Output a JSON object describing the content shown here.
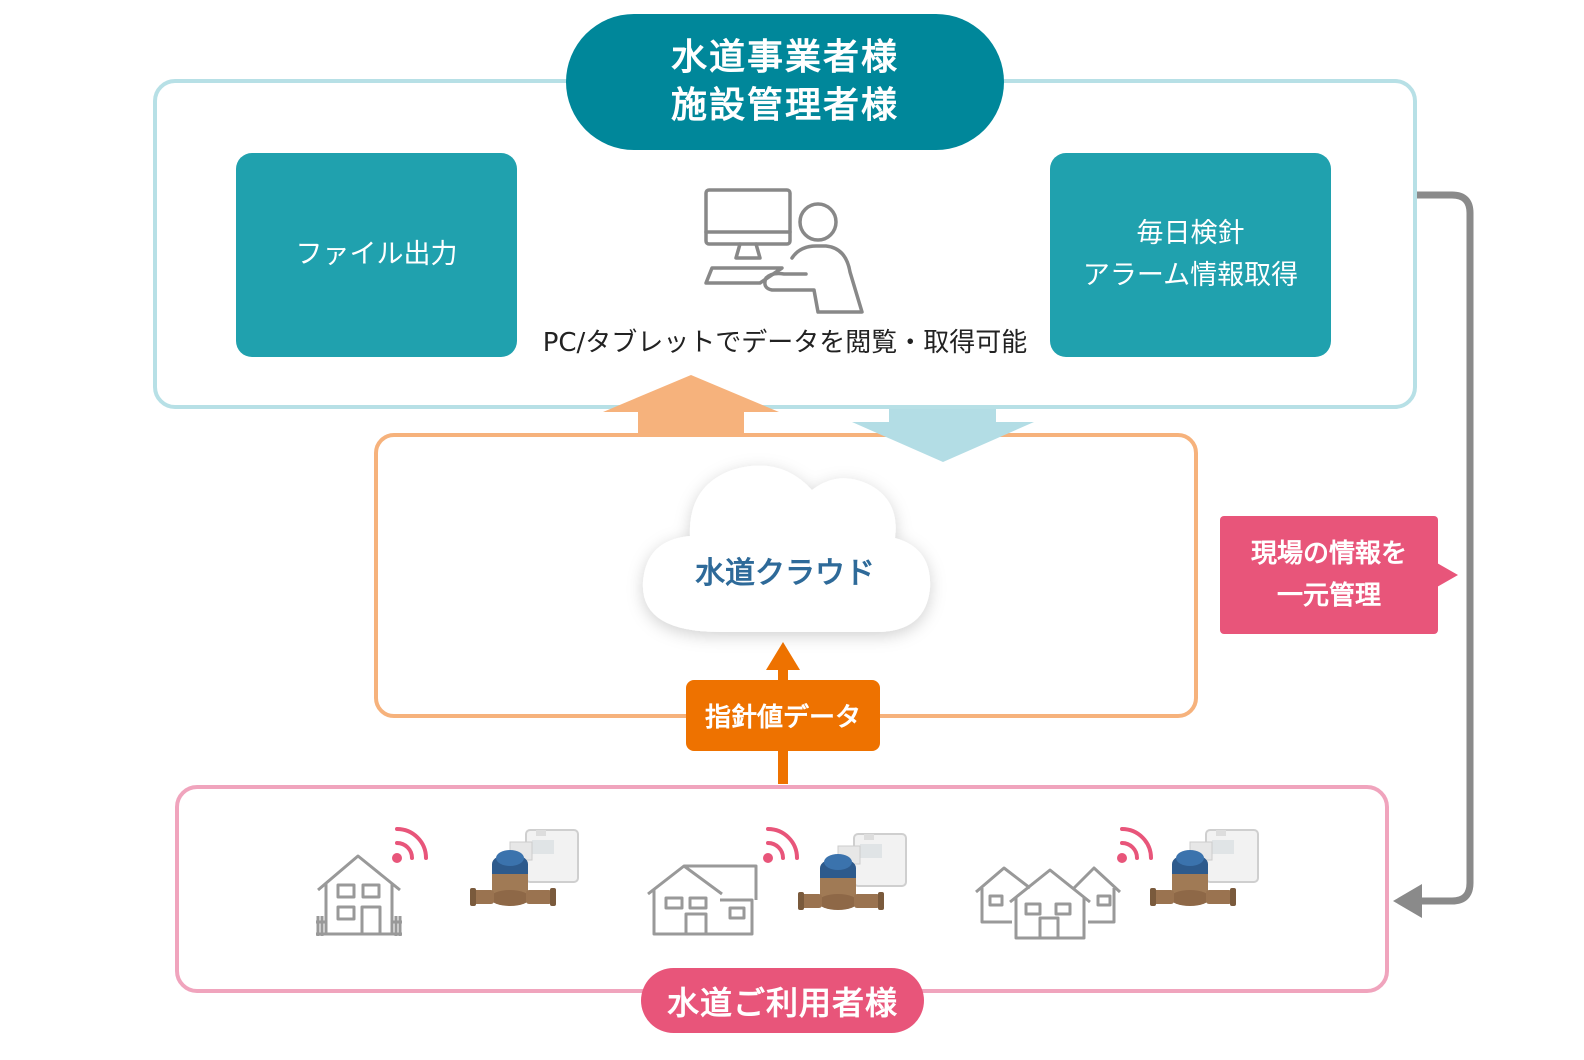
{
  "operators": {
    "line1": "水道事業者様",
    "line2": "施設管理者様"
  },
  "box_left": {
    "label": "ファイル出力"
  },
  "box_right": {
    "line1": "毎日検針",
    "line2": "アラーム情報取得"
  },
  "pc_caption": "PC/タブレットでデータを閲覧・取得可能",
  "cloud": {
    "label": "水道クラウド"
  },
  "reading_data": {
    "label": "指針値データ"
  },
  "side_note": {
    "line1": "現場の情報を",
    "line2": "一元管理"
  },
  "users": {
    "label": "水道ご利用者様"
  },
  "icons": [
    "person-at-computer-icon",
    "cloud-icon",
    "house-icon",
    "wide-house-icon",
    "house-group-icon",
    "wifi-signal-icon",
    "water-meter-icon"
  ],
  "colors": {
    "teal_dark": "#00879a",
    "teal": "#20a1ae",
    "light_teal": "#b7e0e6",
    "orange": "#ee7200",
    "light_orange": "#f6b27c",
    "pink": "#e8557a",
    "light_pink": "#f0a4bd",
    "gray": "#888888"
  }
}
